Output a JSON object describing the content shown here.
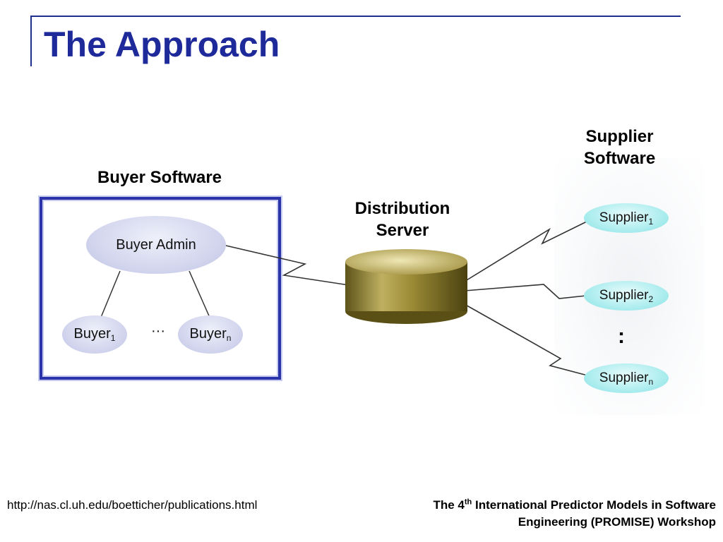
{
  "slide": {
    "title": "The Approach"
  },
  "buyer_software": {
    "heading": "Buyer Software",
    "admin_label": "Buyer Admin",
    "buyer_base": "Buyer",
    "buyer_first_sub": "1",
    "buyer_last_sub": "n",
    "ellipsis": "···"
  },
  "distribution_server": {
    "heading_line1": "Distribution",
    "heading_line2": "Server"
  },
  "supplier_software": {
    "heading_line1": "Supplier",
    "heading_line2": "Software",
    "supplier_base": "Supplier",
    "subs": [
      "1",
      "2",
      "n"
    ],
    "separator": ":"
  },
  "footer": {
    "url": "http://nas.cl.uh.edu/boetticher/publications.html",
    "conf_part1": "The 4",
    "conf_sup": "th",
    "conf_part2": " International Predictor Models in Software",
    "conf_line2": "Engineering (PROMISE) Workshop"
  },
  "colors": {
    "title": "#1f2a9a",
    "frame": "#2b33a8",
    "buyer_node": "#cfd2ec",
    "supplier_node": "#a9ecee",
    "server": "#8a7a24"
  }
}
